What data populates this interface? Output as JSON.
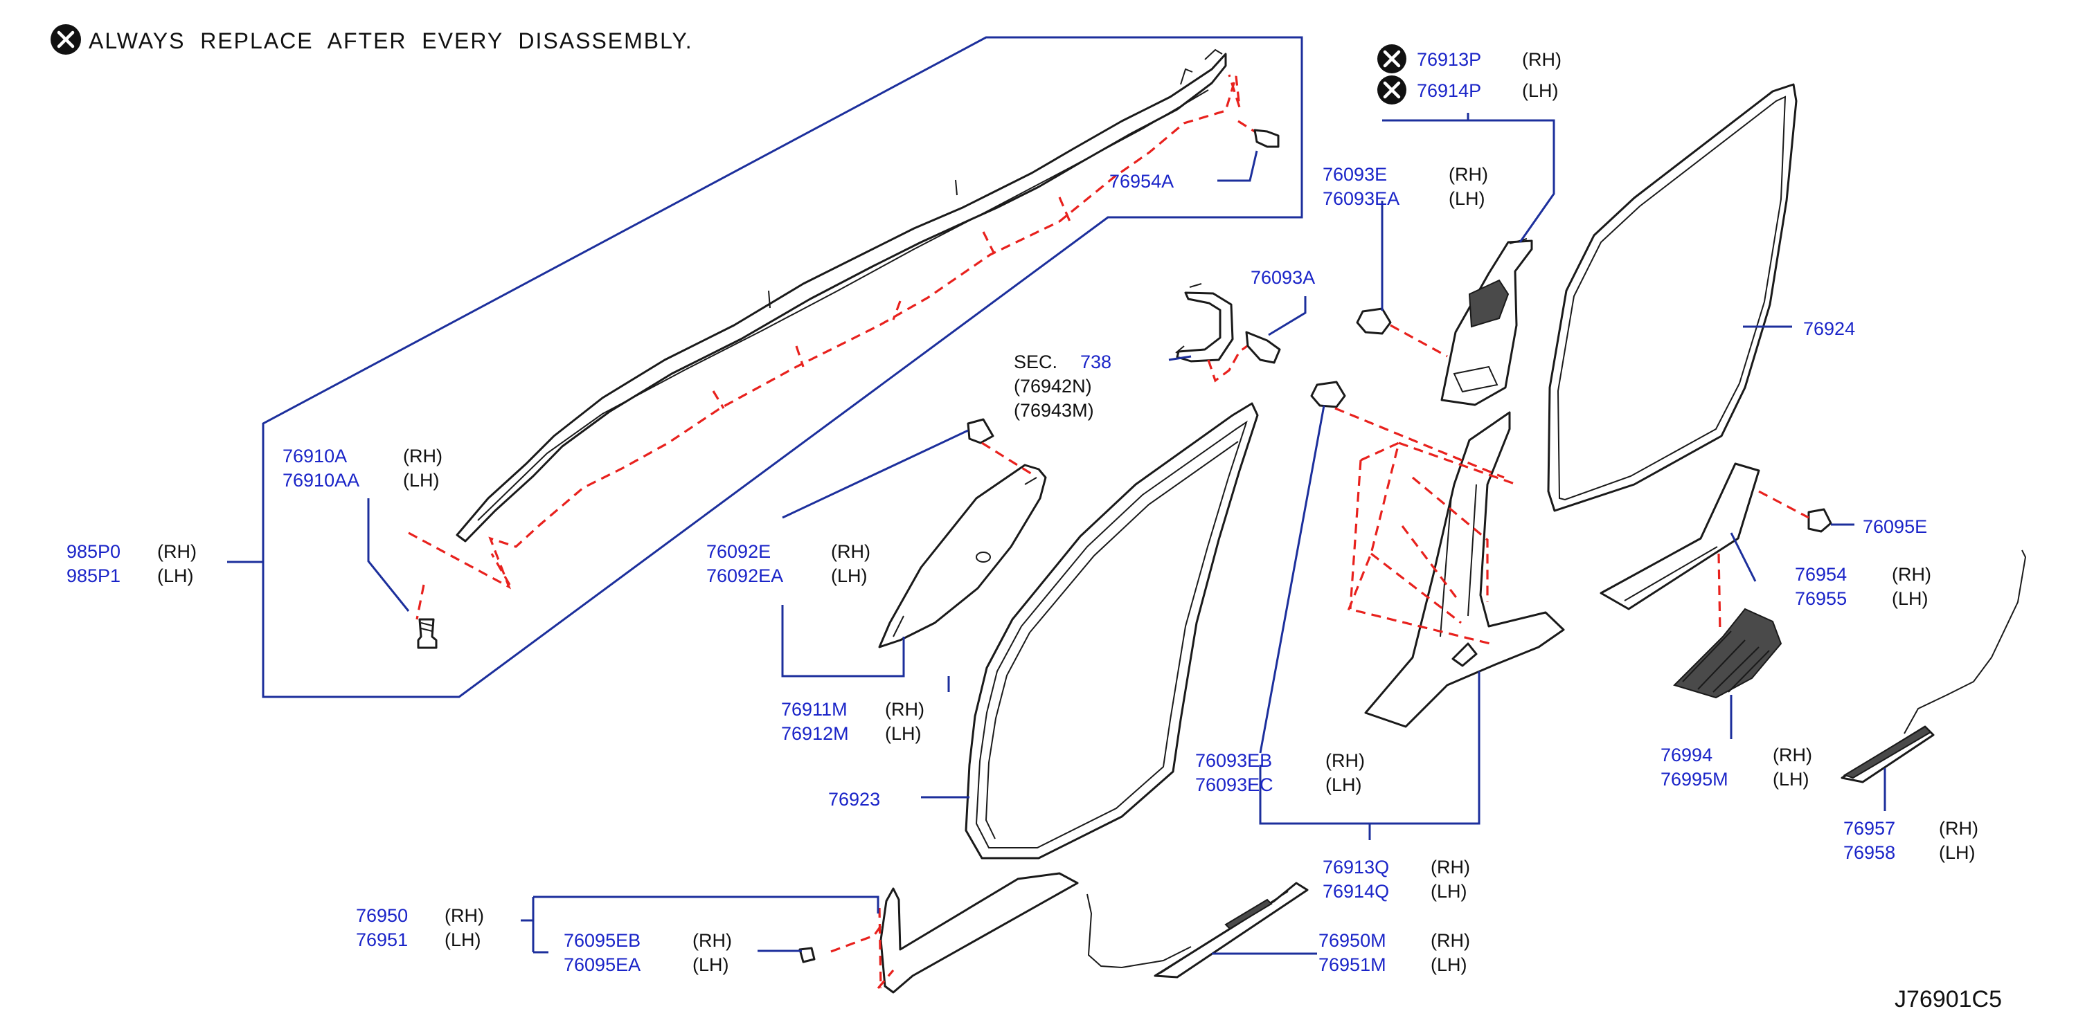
{
  "note": {
    "icon": "x-circle-icon",
    "text": "ALWAYS  REPLACE  AFTER  EVERY  DISASSEMBLY."
  },
  "diagram_code": "J76901C5",
  "colors": {
    "part_number": "#1a24c8",
    "leader_line": "#1c2f9c",
    "dashed_guide": "#e8211d",
    "outline": "#1a1a1a"
  },
  "callouts": {
    "p985": {
      "rh": "985P0",
      "lh": "985P1",
      "rh_side": "(RH)",
      "lh_side": "(LH)"
    },
    "p76910": {
      "rh": "76910A",
      "lh": "76910AA",
      "rh_side": "(RH)",
      "lh_side": "(LH)"
    },
    "p76954A": {
      "num": "76954A"
    },
    "p76092": {
      "rh": "76092E",
      "lh": "76092EA",
      "rh_side": "(RH)",
      "lh_side": "(LH)"
    },
    "p76911": {
      "rh": "76911M",
      "lh": "76912M",
      "rh_side": "(RH)",
      "lh_side": "(LH)"
    },
    "p76923": {
      "num": "76923"
    },
    "sec": {
      "prefix": "SEC.",
      "num": "738",
      "line1": "(76942N)",
      "line2": "(76943M)"
    },
    "p76093A": {
      "num": "76093A"
    },
    "p76913P": {
      "num": "76913P",
      "side": "(RH)",
      "icon": "x-circle-icon"
    },
    "p76914P": {
      "num": "76914P",
      "side": "(LH)",
      "icon": "x-circle-icon"
    },
    "p76093E": {
      "rh": "76093E",
      "lh": "76093EA",
      "rh_side": "(RH)",
      "lh_side": "(LH)"
    },
    "p76924": {
      "num": "76924"
    },
    "p76095E": {
      "num": "76095E"
    },
    "p76954": {
      "rh": "76954",
      "lh": "76955",
      "rh_side": "(RH)",
      "lh_side": "(LH)"
    },
    "p76994": {
      "rh": "76994",
      "lh": "76995M",
      "rh_side": "(RH)",
      "lh_side": "(LH)"
    },
    "p76957": {
      "rh": "76957",
      "lh": "76958",
      "rh_side": "(RH)",
      "lh_side": "(LH)"
    },
    "p76093EB": {
      "rh": "76093EB",
      "lh": "76093EC",
      "rh_side": "(RH)",
      "lh_side": "(LH)"
    },
    "p76913Q": {
      "rh": "76913Q",
      "lh": "76914Q",
      "rh_side": "(RH)",
      "lh_side": "(LH)"
    },
    "p76950": {
      "rh": "76950",
      "lh": "76951",
      "rh_side": "(RH)",
      "lh_side": "(LH)"
    },
    "p76095EB": {
      "rh": "76095EB",
      "lh": "76095EA",
      "rh_side": "(RH)",
      "lh_side": "(LH)"
    },
    "p76950M": {
      "rh": "76950M",
      "lh": "76951M",
      "rh_side": "(RH)",
      "lh_side": "(LH)"
    }
  }
}
